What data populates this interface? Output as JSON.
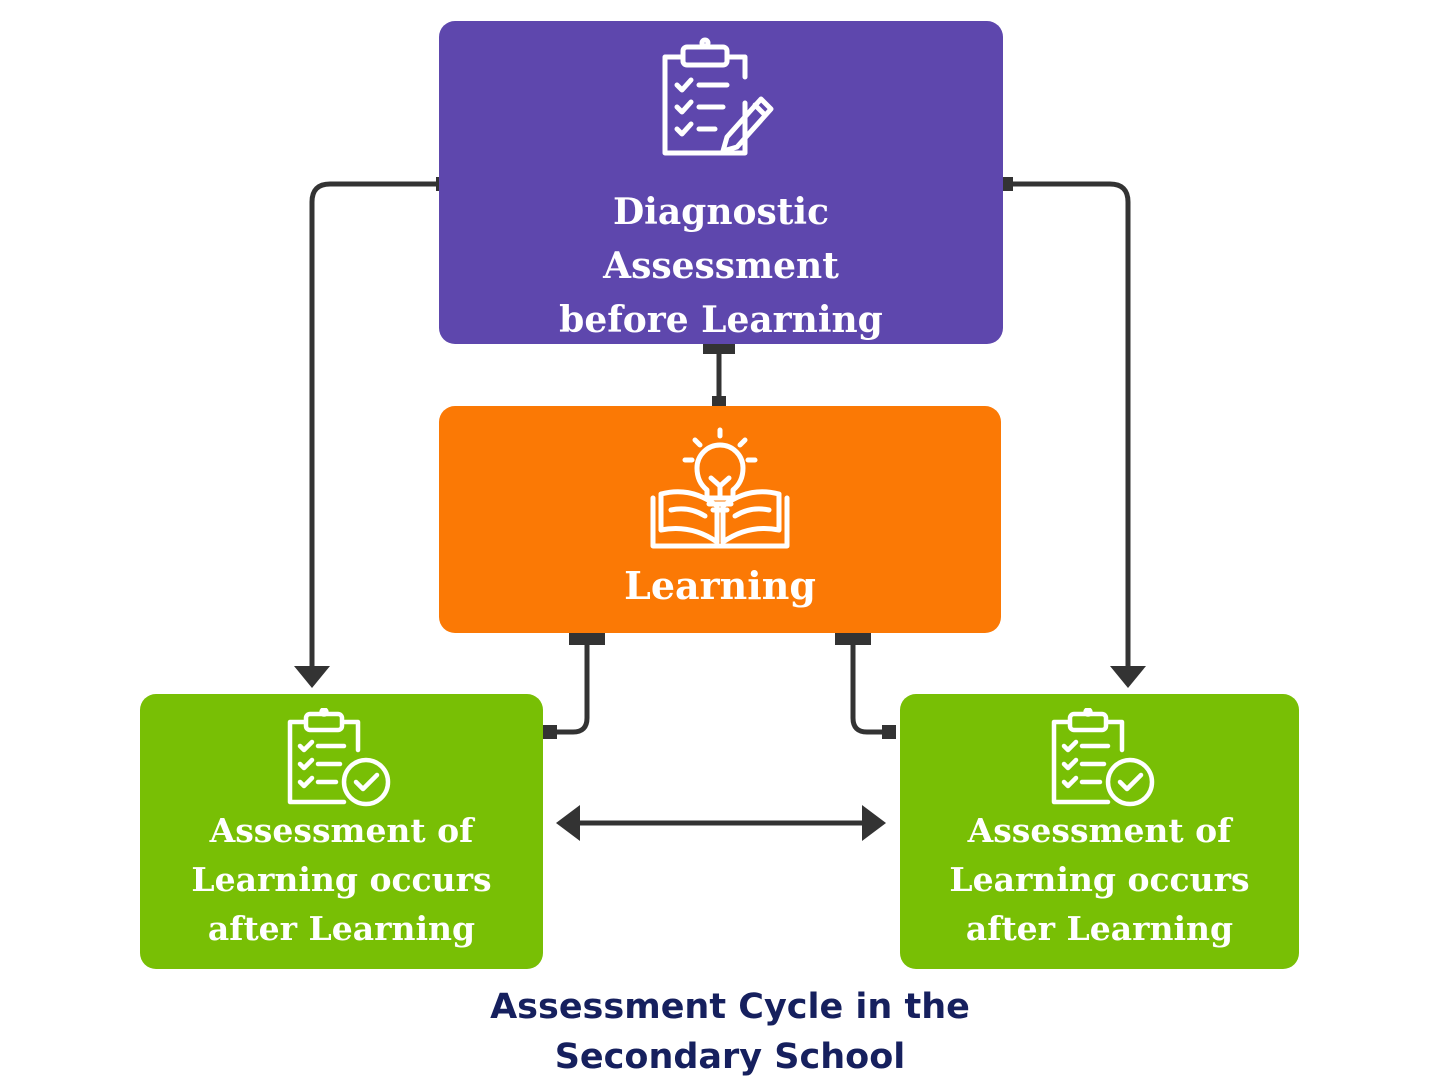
{
  "colors": {
    "diagnostic": "#5e47ad",
    "learning": "#fb7905",
    "after": "#78bf05",
    "connector": "#333333",
    "caption": "#16205e"
  },
  "nodes": {
    "diagnostic": {
      "label": "Diagnostic\nAssessment\nbefore Learning",
      "icon": "clipboard-pencil-icon"
    },
    "learning": {
      "label": "Learning",
      "icon": "lightbulb-book-icon"
    },
    "after_left": {
      "label": "Assessment of\nLearning occurs\nafter Learning",
      "icon": "clipboard-check-icon"
    },
    "after_right": {
      "label": "Assessment of\nLearning occurs\nafter Learning",
      "icon": "clipboard-check-icon"
    }
  },
  "caption": "Assessment Cycle in the\nSecondary School"
}
